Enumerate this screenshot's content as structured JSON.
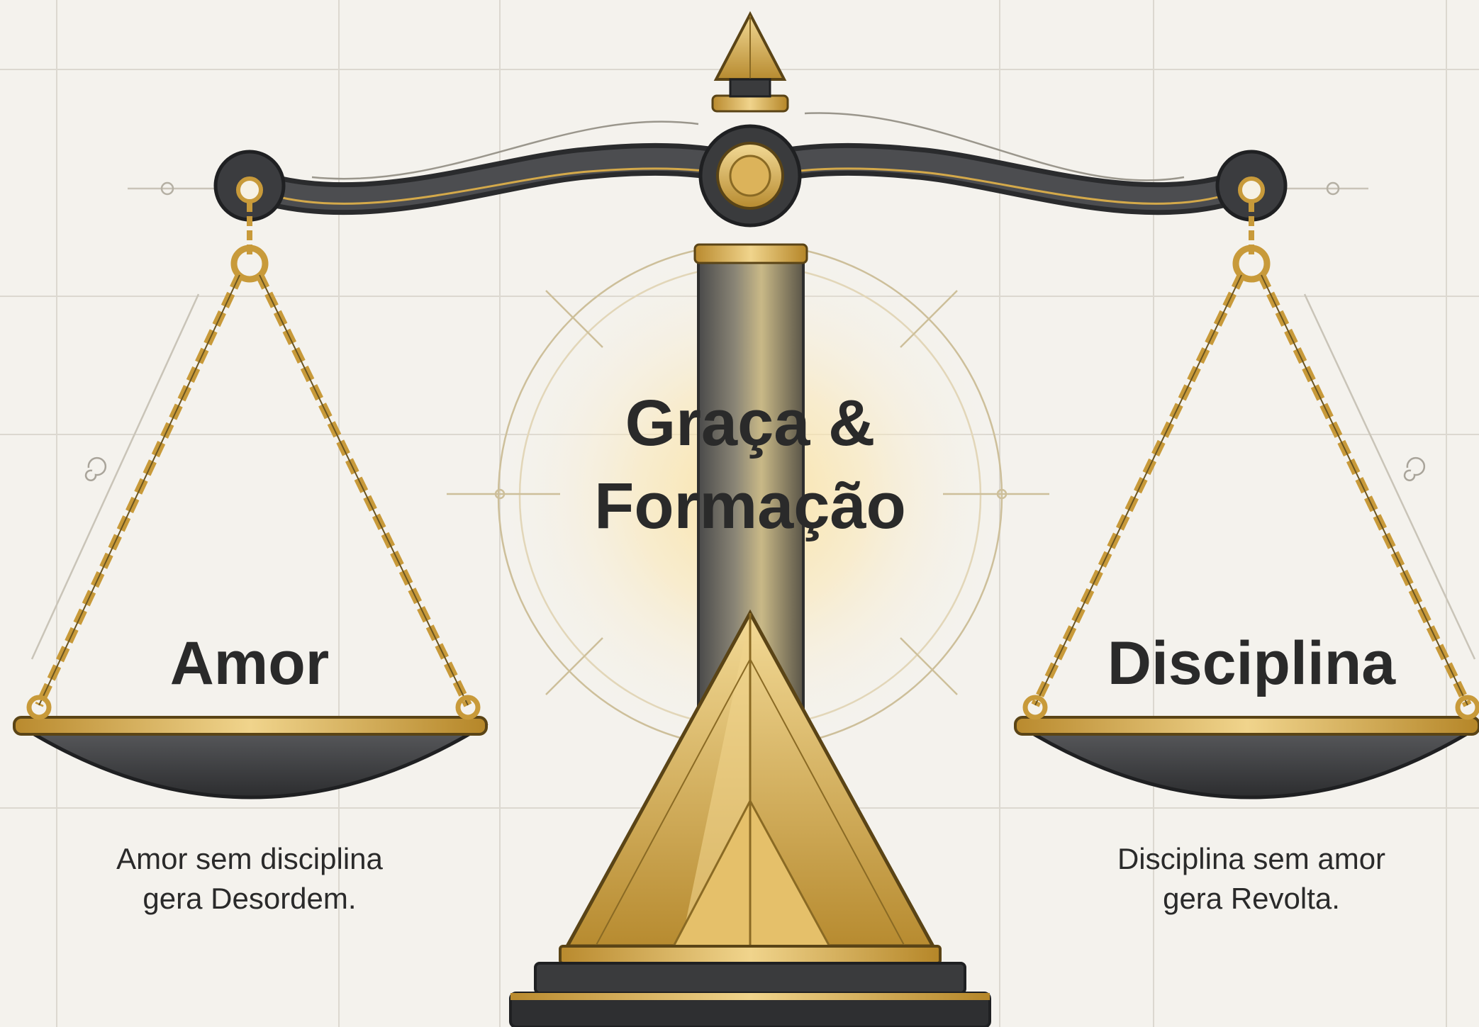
{
  "center": {
    "line1": "Graça &",
    "line2": "Formação"
  },
  "left_pan": {
    "title": "Amor",
    "caption_line1": "Amor sem disciplina",
    "caption_line2": "gera Desordem."
  },
  "right_pan": {
    "title": "Disciplina",
    "caption_line1": "Disciplina sem amor",
    "caption_line2": "gera Revolta."
  },
  "colors": {
    "background": "#f4f2ed",
    "grid": "#dcd8d0",
    "beam": "#3a3b3d",
    "gold": "#d4a94a",
    "gold_light": "#ecd08a",
    "gold_dark": "#8a6a24",
    "text": "#2a2a2a",
    "glow": "#fbe2a0"
  },
  "icons": [
    "scale-of-justice",
    "chain",
    "spiral-ornament"
  ]
}
